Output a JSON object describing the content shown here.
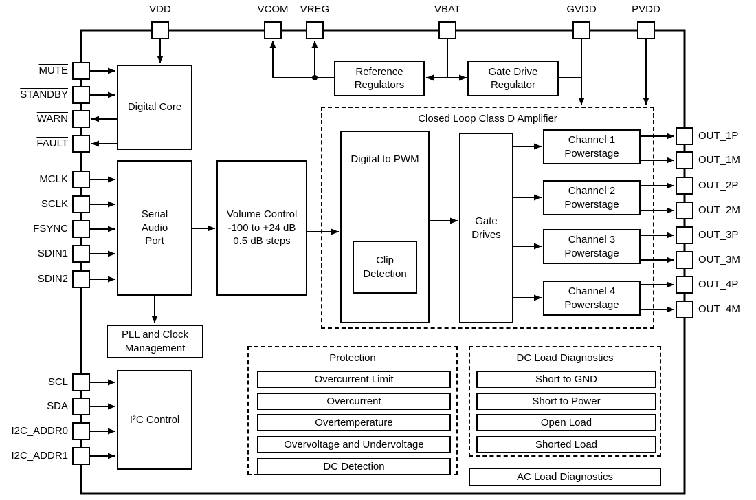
{
  "diagram": {
    "pins": {
      "top": [
        "VDD",
        "VCOM",
        "VREG",
        "VBAT",
        "GVDD",
        "PVDD"
      ],
      "left": [
        "MUTE",
        "STANDBY",
        "WARN",
        "FAULT",
        "MCLK",
        "SCLK",
        "FSYNC",
        "SDIN1",
        "SDIN2",
        "SCL",
        "SDA",
        "I2C_ADDR0",
        "I2C_ADDR1"
      ],
      "right": [
        "OUT_1P",
        "OUT_1M",
        "OUT_2P",
        "OUT_2M",
        "OUT_3P",
        "OUT_3M",
        "OUT_4P",
        "OUT_4M"
      ]
    },
    "blocks": {
      "digital_core": "Digital Core",
      "serial_audio_port": "Serial\nAudio\nPort",
      "volume_control": "Volume Control\n-100 to +24 dB\n0.5 dB steps",
      "reference_regulators": "Reference\nRegulators",
      "gate_drive_regulator": "Gate Drive\nRegulator",
      "closed_loop_title": "Closed Loop Class D Amplifier",
      "digital_to_pwm": "Digital to PWM",
      "clip_detection": "Clip\nDetection",
      "gate_drives": "Gate\nDrives",
      "channel1": "Channel 1\nPowerstage",
      "channel2": "Channel 2\nPowerstage",
      "channel3": "Channel 3\nPowerstage",
      "channel4": "Channel 4\nPowerstage",
      "pll": "PLL and Clock\nManagement",
      "i2c_control": "I²C Control",
      "ac_load": "AC Load Diagnostics"
    },
    "protection": {
      "title": "Protection",
      "items": [
        "Overcurrent Limit",
        "Overcurrent",
        "Overtemperature",
        "Overvoltage and Undervoltage",
        "DC Detection"
      ]
    },
    "dc_load": {
      "title": "DC Load Diagnostics",
      "items": [
        "Short to GND",
        "Short to Power",
        "Open Load",
        "Shorted Load"
      ]
    }
  }
}
